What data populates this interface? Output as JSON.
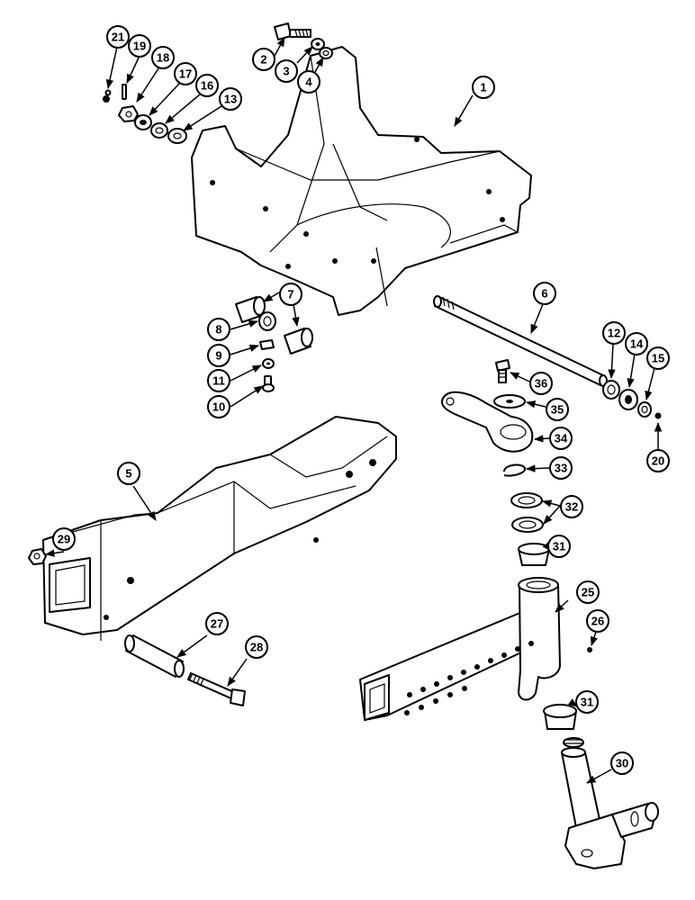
{
  "callouts": {
    "c1": "1",
    "c2": "2",
    "c3": "3",
    "c4": "4",
    "c5": "5",
    "c6": "6",
    "c7": "7",
    "c8": "8",
    "c9": "9",
    "c10": "10",
    "c11": "11",
    "c12": "12",
    "c13": "13",
    "c14": "14",
    "c15": "15",
    "c16": "16",
    "c17": "17",
    "c18": "18",
    "c19": "19",
    "c20": "20",
    "c21": "21",
    "c25": "25",
    "c26": "26",
    "c27": "27",
    "c28": "28",
    "c29": "29",
    "c30": "30",
    "c31a": "31",
    "c31b": "31",
    "c32": "32",
    "c33": "33",
    "c34": "34",
    "c35": "35",
    "c36": "36"
  }
}
